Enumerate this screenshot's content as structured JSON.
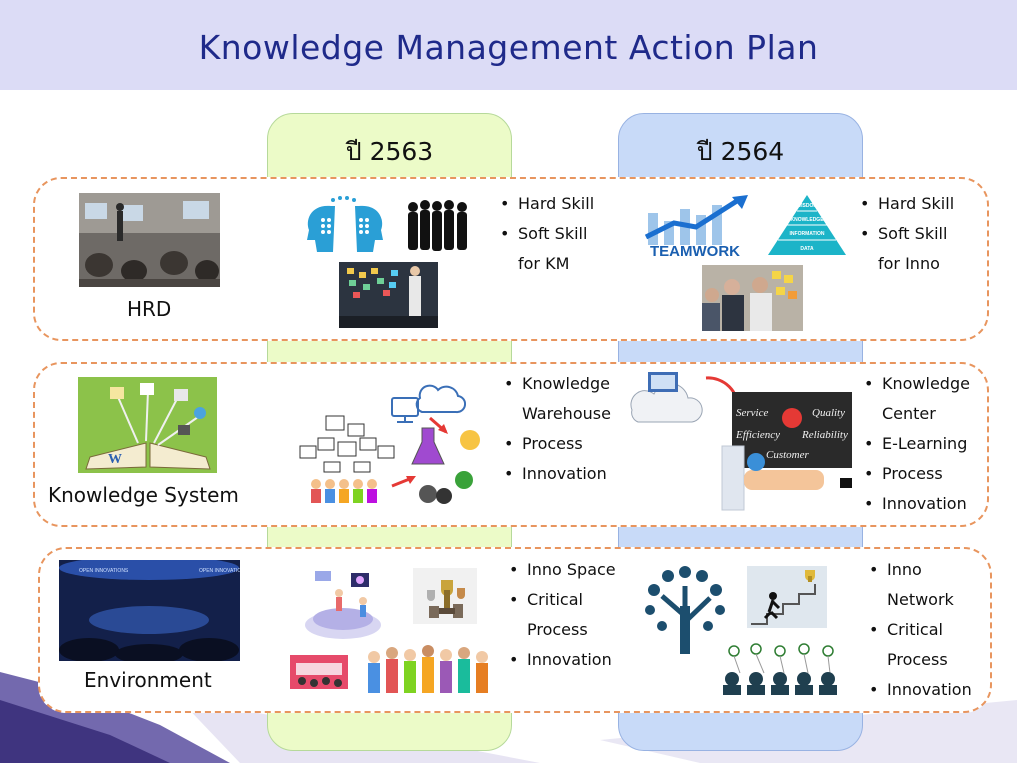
{
  "title": "Knowledge Management Action Plan",
  "columns": [
    {
      "label": "ปี 2563"
    },
    {
      "label": "ปี 2564"
    }
  ],
  "rows": {
    "hrd": {
      "label": "HRD",
      "items_2563": [
        "Hard Skill",
        "Soft Skill",
        "for KM"
      ],
      "items_2564": [
        "Hard Skill",
        "Soft Skill",
        "for Inno"
      ],
      "image_text": {
        "teamwork": "TEAMWORK",
        "pyramid": [
          "WISDOM",
          "KNOWLEDGE",
          "INFORMATION",
          "DATA"
        ]
      }
    },
    "ks": {
      "label": "Knowledge System",
      "items_2563": [
        "Knowledge",
        "Warehouse",
        "Process",
        "Innovation"
      ],
      "items_2564": [
        "Knowledge",
        "Center",
        "E-Learning",
        "Process",
        "Innovation"
      ],
      "image_text": {
        "board": [
          "Service",
          "Quality",
          "Efficiency",
          "Reliability",
          "Customer"
        ]
      }
    },
    "env": {
      "label": "Environment",
      "items_2563": [
        "Inno Space",
        "Critical",
        "Process",
        "Innovation"
      ],
      "items_2564": [
        "Inno",
        "Network",
        "Critical",
        "Process",
        "Innovation"
      ],
      "image_text": {
        "stage": [
          "OPEN INNOVATIONS",
          "OPEN INNOVATIONS"
        ]
      }
    }
  },
  "colors": {
    "header_bg": "#dcdcf6",
    "title": "#1f2a8a",
    "col_2563": "#ecfbc8",
    "col_2564": "#c8daf8",
    "dash": "#e8955e"
  }
}
